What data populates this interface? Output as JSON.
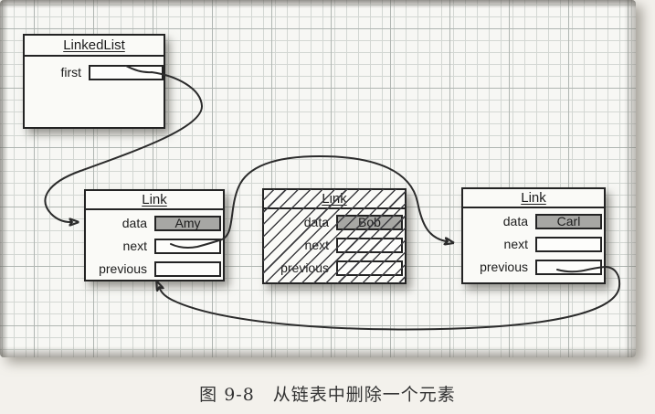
{
  "diagram": {
    "caption": "图 9-8　从链表中删除一个元素",
    "list_box": {
      "title": "LinkedList",
      "field": {
        "label": "first",
        "value": ""
      }
    },
    "nodes": [
      {
        "title": "Link",
        "deleted": false,
        "fields": {
          "data": {
            "label": "data",
            "value": "Amy"
          },
          "next": {
            "label": "next",
            "value": ""
          },
          "previous": {
            "label": "previous",
            "value": ""
          }
        }
      },
      {
        "title": "Link",
        "deleted": true,
        "fields": {
          "data": {
            "label": "data",
            "value": "Bob"
          },
          "next": {
            "label": "next",
            "value": ""
          },
          "previous": {
            "label": "previous",
            "value": ""
          }
        }
      },
      {
        "title": "Link",
        "deleted": false,
        "fields": {
          "data": {
            "label": "data",
            "value": "Carl"
          },
          "next": {
            "label": "next",
            "value": ""
          },
          "previous": {
            "label": "previous",
            "value": ""
          }
        }
      }
    ],
    "pointers": [
      {
        "name": "first-to-amy",
        "from": "LinkedList.first",
        "to": "Link (Amy)"
      },
      {
        "name": "amy-next-to-carl",
        "from": "Link(Amy).next",
        "to": "Link (Carl)"
      },
      {
        "name": "carl-previous-to-amy",
        "from": "Link(Carl).previous",
        "to": "Link (Amy)"
      }
    ]
  },
  "colors": {
    "page": "#f3f1ec",
    "paper": "#f7f7f4",
    "grid_line": "#d3d7d3",
    "grid_major": "#b0b6b2",
    "box_border": "#232323",
    "box_fill": "#fafaf7",
    "slot_fill": "#fdfdfb",
    "data_slot_fill": "#a7a7a4",
    "hatch": "#3c3c40",
    "arrow": "#2b2b2b",
    "text": "#1c1c1c",
    "caption_color": "#333333"
  }
}
